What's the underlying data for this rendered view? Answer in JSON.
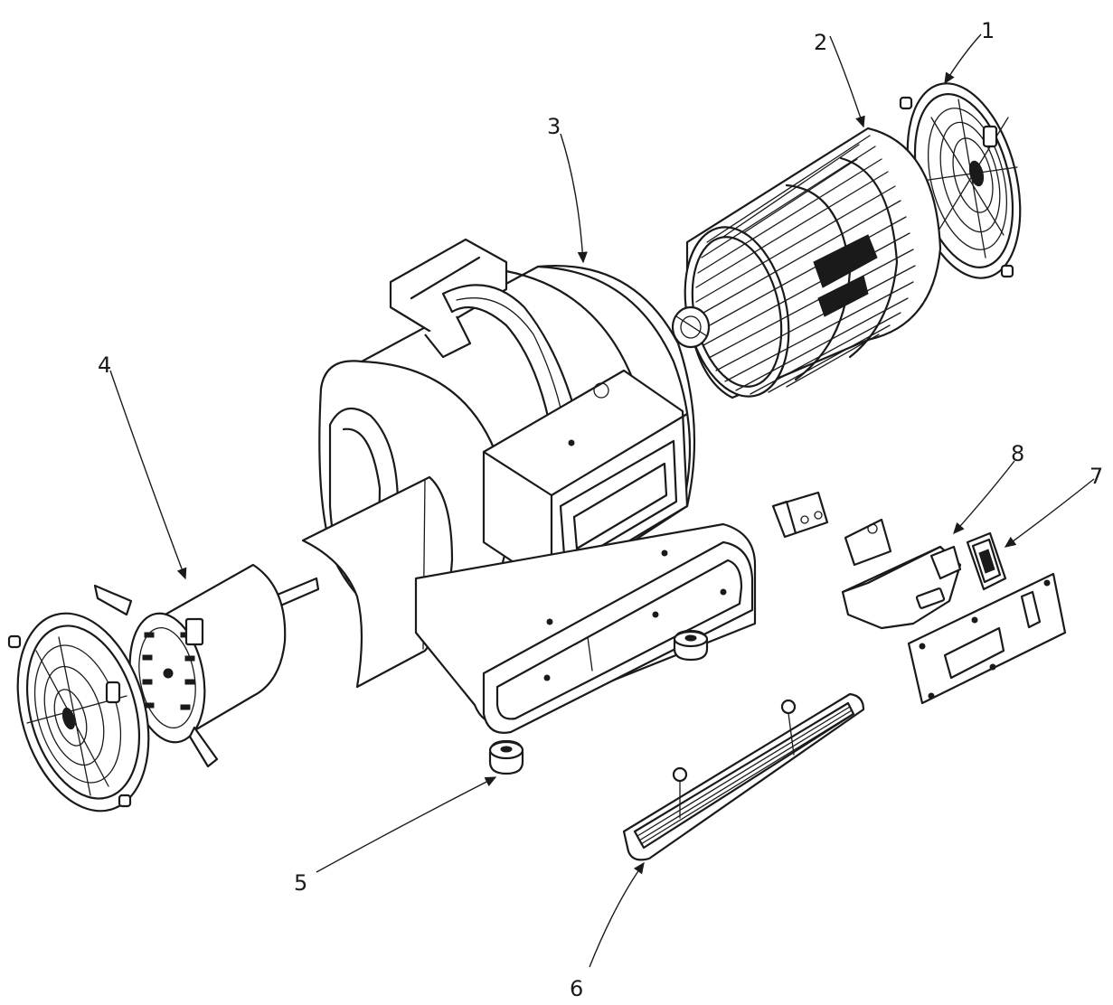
{
  "diagram": {
    "callouts": [
      {
        "id": "1",
        "label": "1"
      },
      {
        "id": "2",
        "label": "2"
      },
      {
        "id": "3",
        "label": "3"
      },
      {
        "id": "4",
        "label": "4"
      },
      {
        "id": "5",
        "label": "5"
      },
      {
        "id": "6",
        "label": "6"
      },
      {
        "id": "7",
        "label": "7"
      },
      {
        "id": "8",
        "label": "8"
      }
    ],
    "colors": {
      "line": "#1a1a1a",
      "background": "#ffffff"
    }
  }
}
